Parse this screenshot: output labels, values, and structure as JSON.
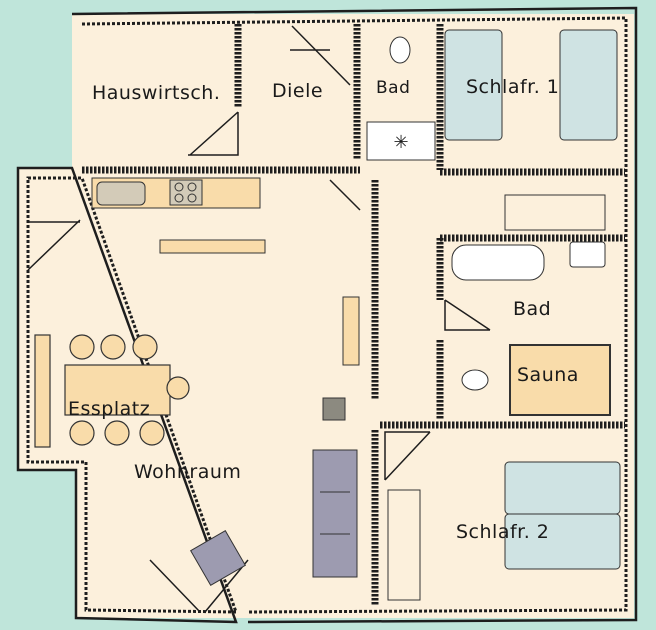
{
  "title": "Grundriss",
  "rooms": {
    "hauswirtschaft": "Hauswirtsch.",
    "diele": "Diele",
    "bad_top": "Bad",
    "schlafr1": "Schlafr. 1",
    "bad_mid": "Bad",
    "sauna": "Sauna",
    "essplatz": "Essplatz",
    "wohnraum": "Wohnraum",
    "schlafr2": "Schlafr. 2"
  },
  "colors": {
    "background": "#bfe5da",
    "floor": "#fcf0dc",
    "furniture": "#f9dcaa",
    "bed": "#cfe3e3",
    "sofa": "#9d9bb0",
    "wall": "#1e1e1e"
  }
}
